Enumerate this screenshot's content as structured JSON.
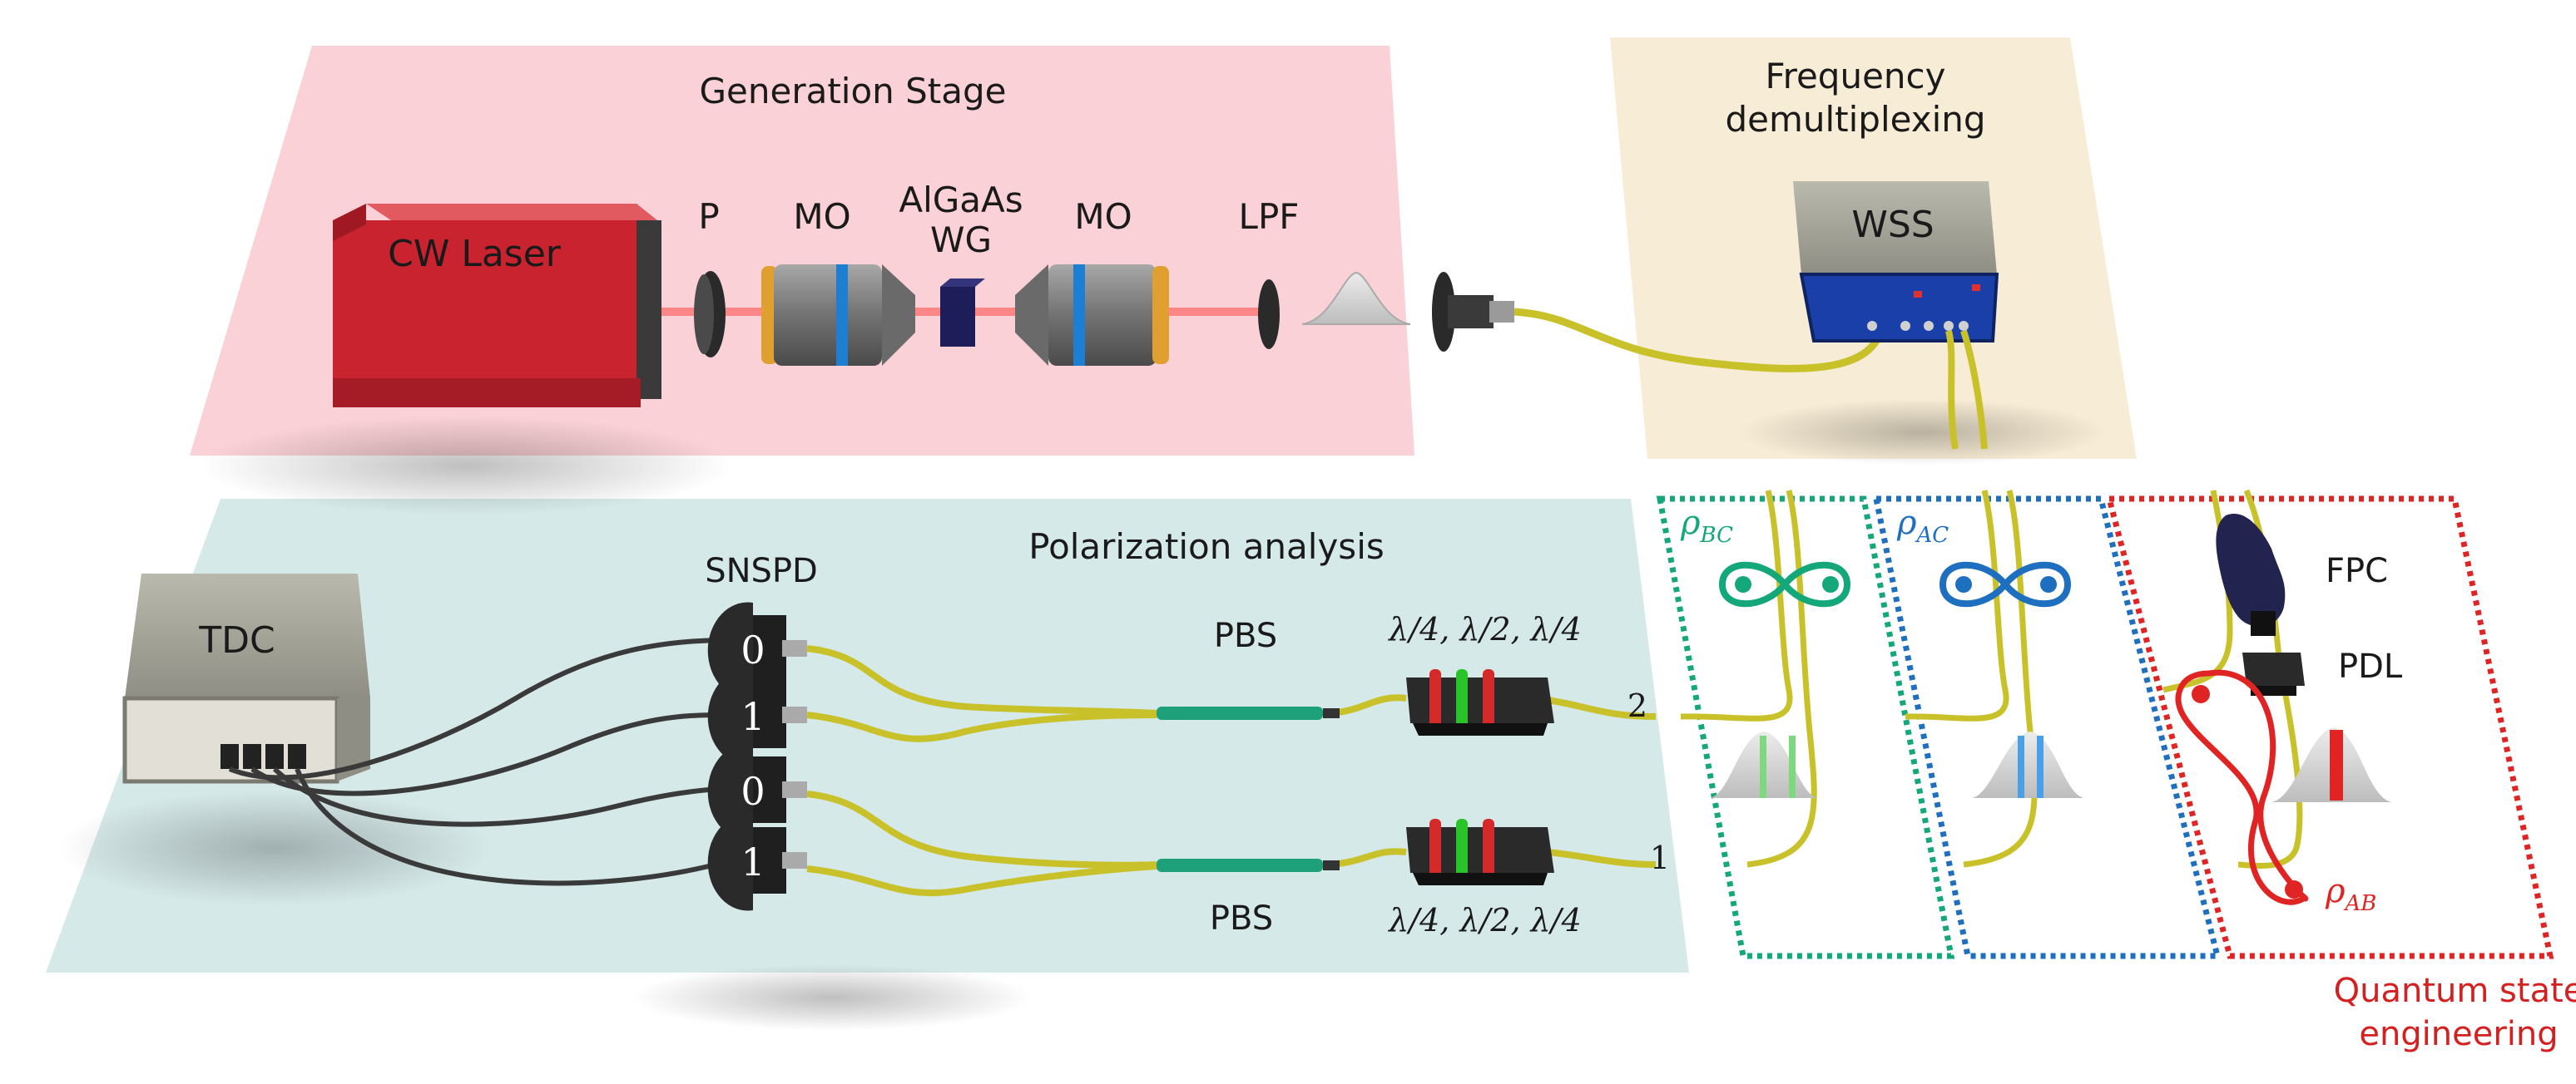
{
  "stages": {
    "generation": "Generation Stage",
    "demux_line1": "Frequency",
    "demux_line2": "demultiplexing",
    "polarization": "Polarization analysis",
    "engineering_line1": "Quantum state",
    "engineering_line2": "engineering"
  },
  "components": {
    "laser": "CW Laser",
    "polarizer": "P",
    "objective_in": "MO",
    "waveguide_line1": "AlGaAs",
    "waveguide_line2": "WG",
    "objective_out": "MO",
    "filter": "LPF",
    "wss": "WSS",
    "tdc": "TDC",
    "snspd": "SNSPD",
    "pbs_top": "PBS",
    "pbs_bottom": "PBS",
    "waveplates_top": "λ/4, λ/2, λ/4",
    "waveplates_bottom": "λ/4, λ/2, λ/4",
    "fpc": "FPC",
    "pdl": "PDL"
  },
  "detectors": [
    "0",
    "1",
    "0",
    "1"
  ],
  "ports": {
    "top": "2",
    "bottom": "1"
  },
  "states": {
    "bc": "ρ",
    "bc_sub": "BC",
    "ac": "ρ",
    "ac_sub": "AC",
    "ab": "ρ",
    "ab_sub": "AB"
  },
  "colors": {
    "generation_bg": "#f9c9cf",
    "demux_bg": "#f6ead0",
    "analysis_bg": "#cfe5e5",
    "laser": "#c8232f",
    "fiber": "#c9c12a",
    "pbs_fiber": "#1ea07a",
    "wss_panel": "#1a3fa8",
    "bc": "#14a77a",
    "ac": "#1f6fc0",
    "ab": "#e02424"
  }
}
